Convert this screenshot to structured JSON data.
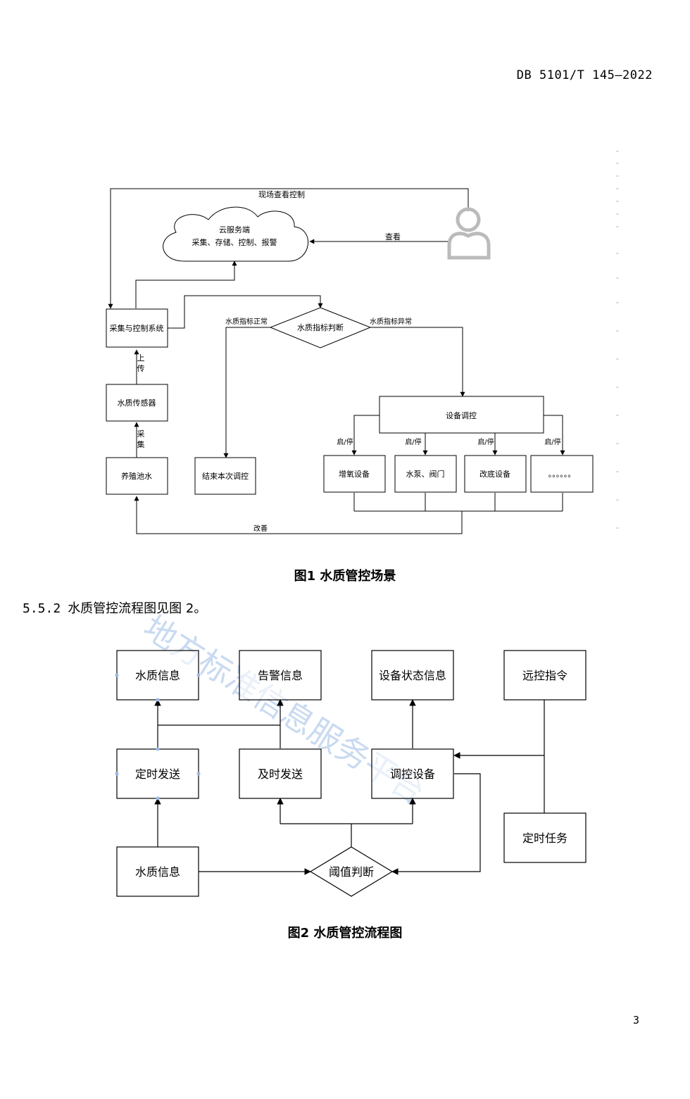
{
  "header": {
    "doc_id": "DB 5101/T 145—2022"
  },
  "figure1": {
    "caption": "图1  水质管控场景",
    "cloud": {
      "title": "云服务端",
      "subtitle": "采集、存储、控制、报警"
    },
    "labels": {
      "onsite_view_control": "现场查看控制",
      "view": "查看",
      "upload": [
        "上",
        "传"
      ],
      "collect": [
        "采",
        "集"
      ],
      "normal": "水质指标正常",
      "abnormal": "水质指标异常",
      "improve": "改善"
    },
    "boxes": {
      "collect_control": "采集与控制系统",
      "sensor": "水质传感器",
      "pond_water": "养殖池水",
      "judge": "水质指标判断",
      "end": "结束本次调控",
      "device_control": "设备调控",
      "oxygen": "增氧设备",
      "pump_valve": "水泵、阀门",
      "bottom_device": "改底设备",
      "more": "。。。。。。"
    },
    "start_stop": "启/停"
  },
  "section": {
    "number": "5.5.2",
    "text": "水质管控流程图见图 2。"
  },
  "figure2": {
    "caption": "图2  水质管控流程图",
    "boxes": {
      "water_info_top": "水质信息",
      "alarm_info": "告警信息",
      "device_status": "设备状态信息",
      "remote_cmd": "远控指令",
      "timed_send": "定时发送",
      "instant_send": "及时发送",
      "control_device": "调控设备",
      "timed_task": "定时任务",
      "water_info_bottom": "水质信息",
      "threshold": "阈值判断"
    }
  },
  "watermark": "地方标准信息服务平台",
  "page_number": "3"
}
